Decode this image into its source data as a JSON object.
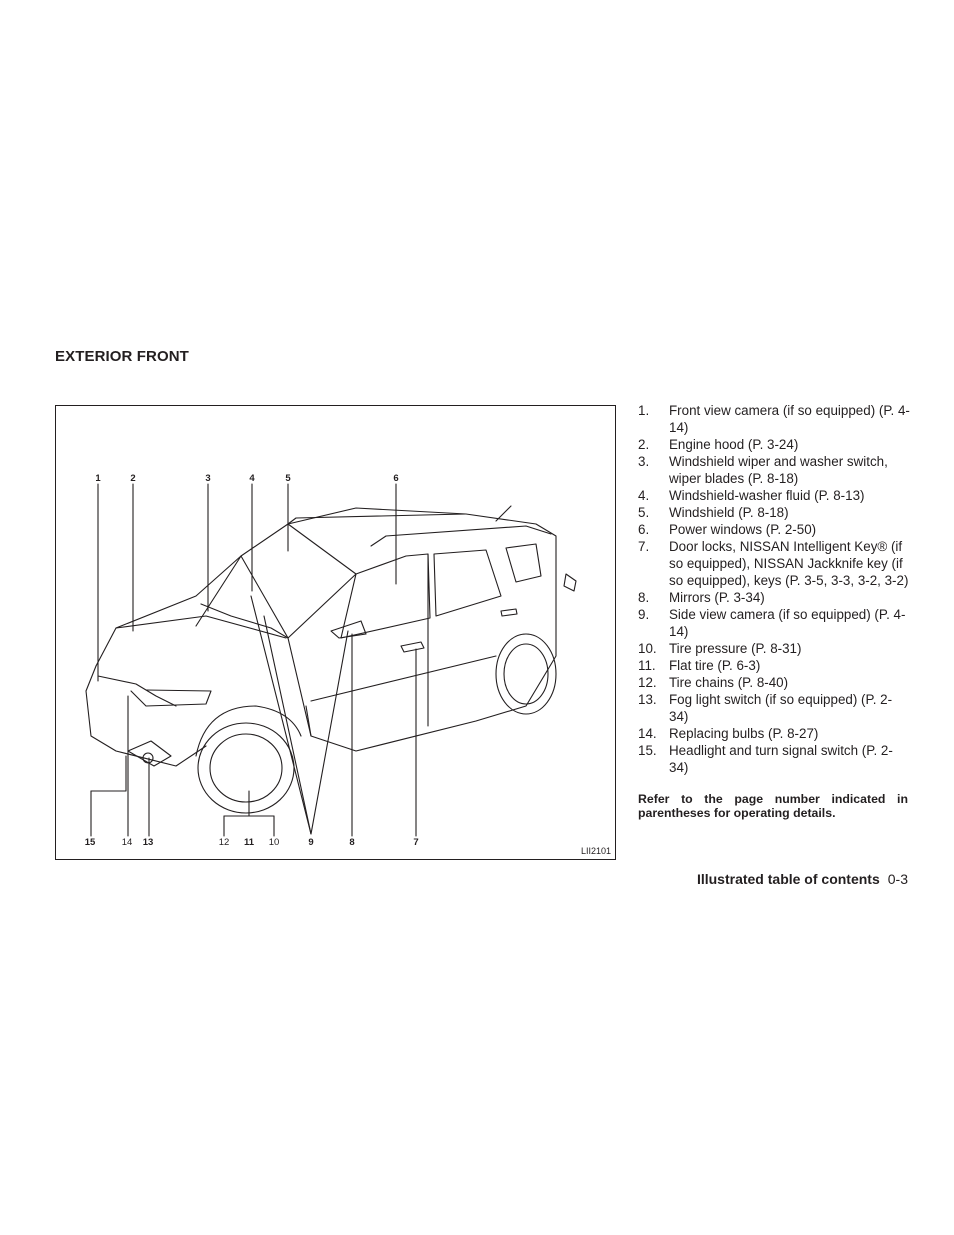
{
  "section": {
    "title": "EXTERIOR FRONT"
  },
  "figure": {
    "code": "LII2101",
    "callouts": [
      {
        "number": "1"
      },
      {
        "number": "2"
      },
      {
        "number": "3"
      },
      {
        "number": "4"
      },
      {
        "number": "5"
      },
      {
        "number": "6"
      },
      {
        "number": "15"
      },
      {
        "number": "14"
      },
      {
        "number": "13"
      },
      {
        "number": "12"
      },
      {
        "number": "11"
      },
      {
        "number": "10"
      },
      {
        "number": "9"
      },
      {
        "number": "8"
      },
      {
        "number": "7"
      }
    ]
  },
  "items": [
    {
      "num": "1.",
      "text": "Front view camera (if so equipped) (P. 4-14)"
    },
    {
      "num": "2.",
      "text": "Engine hood (P. 3-24)"
    },
    {
      "num": "3.",
      "text": "Windshield wiper and washer switch, wiper blades (P. 8-18)"
    },
    {
      "num": "4.",
      "text": "Windshield-washer fluid (P. 8-13)"
    },
    {
      "num": "5.",
      "text": "Windshield (P. 8-18)"
    },
    {
      "num": "6.",
      "text": "Power windows (P. 2-50)"
    },
    {
      "num": "7.",
      "text": "Door locks, NISSAN Intelligent Key® (if so equipped), NISSAN Jackknife key (if so equipped), keys (P. 3-5, 3-3, 3-2, 3-2)"
    },
    {
      "num": "8.",
      "text": "Mirrors (P. 3-34)"
    },
    {
      "num": "9.",
      "text": "Side view camera (if so equipped) (P. 4-14)"
    },
    {
      "num": "10.",
      "text": "Tire pressure (P. 8-31)"
    },
    {
      "num": "11.",
      "text": "Flat tire (P. 6-3)"
    },
    {
      "num": "12.",
      "text": "Tire chains (P. 8-40)"
    },
    {
      "num": "13.",
      "text": "Fog light switch (if so equipped) (P. 2-34)"
    },
    {
      "num": "14.",
      "text": "Replacing bulbs (P. 8-27)"
    },
    {
      "num": "15.",
      "text": "Headlight and turn signal switch (P. 2-34)"
    }
  ],
  "note": "Refer to the page number indicated in parentheses for operating details.",
  "footer": {
    "label": "Illustrated table of contents",
    "page": "0-3"
  }
}
